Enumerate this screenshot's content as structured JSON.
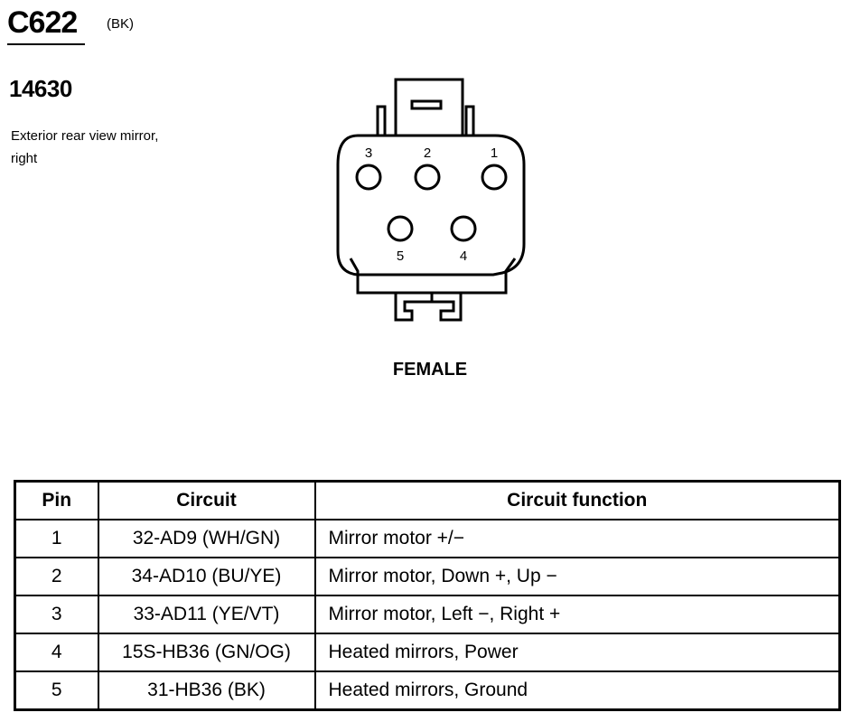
{
  "header": {
    "connector_id": "C622",
    "color_code": "(BK)",
    "part_number": "14630",
    "description": "Exterior rear view mirror, right"
  },
  "connector": {
    "gender": "FEMALE",
    "cavities": [
      {
        "number": "3"
      },
      {
        "number": "2"
      },
      {
        "number": "1"
      },
      {
        "number": "5"
      },
      {
        "number": "4"
      }
    ]
  },
  "table": {
    "headers": [
      "Pin",
      "Circuit",
      "Circuit function"
    ],
    "rows": [
      {
        "pin": "1",
        "circuit": "32-AD9 (WH/GN)",
        "function": "Mirror motor +/−"
      },
      {
        "pin": "2",
        "circuit": "34-AD10 (BU/YE)",
        "function": "Mirror motor, Down +, Up −"
      },
      {
        "pin": "3",
        "circuit": "33-AD11 (YE/VT)",
        "function": "Mirror motor, Left −, Right +"
      },
      {
        "pin": "4",
        "circuit": "15S-HB36 (GN/OG)",
        "function": "Heated mirrors, Power"
      },
      {
        "pin": "5",
        "circuit": "31-HB36 (BK)",
        "function": "Heated mirrors, Ground"
      }
    ]
  }
}
